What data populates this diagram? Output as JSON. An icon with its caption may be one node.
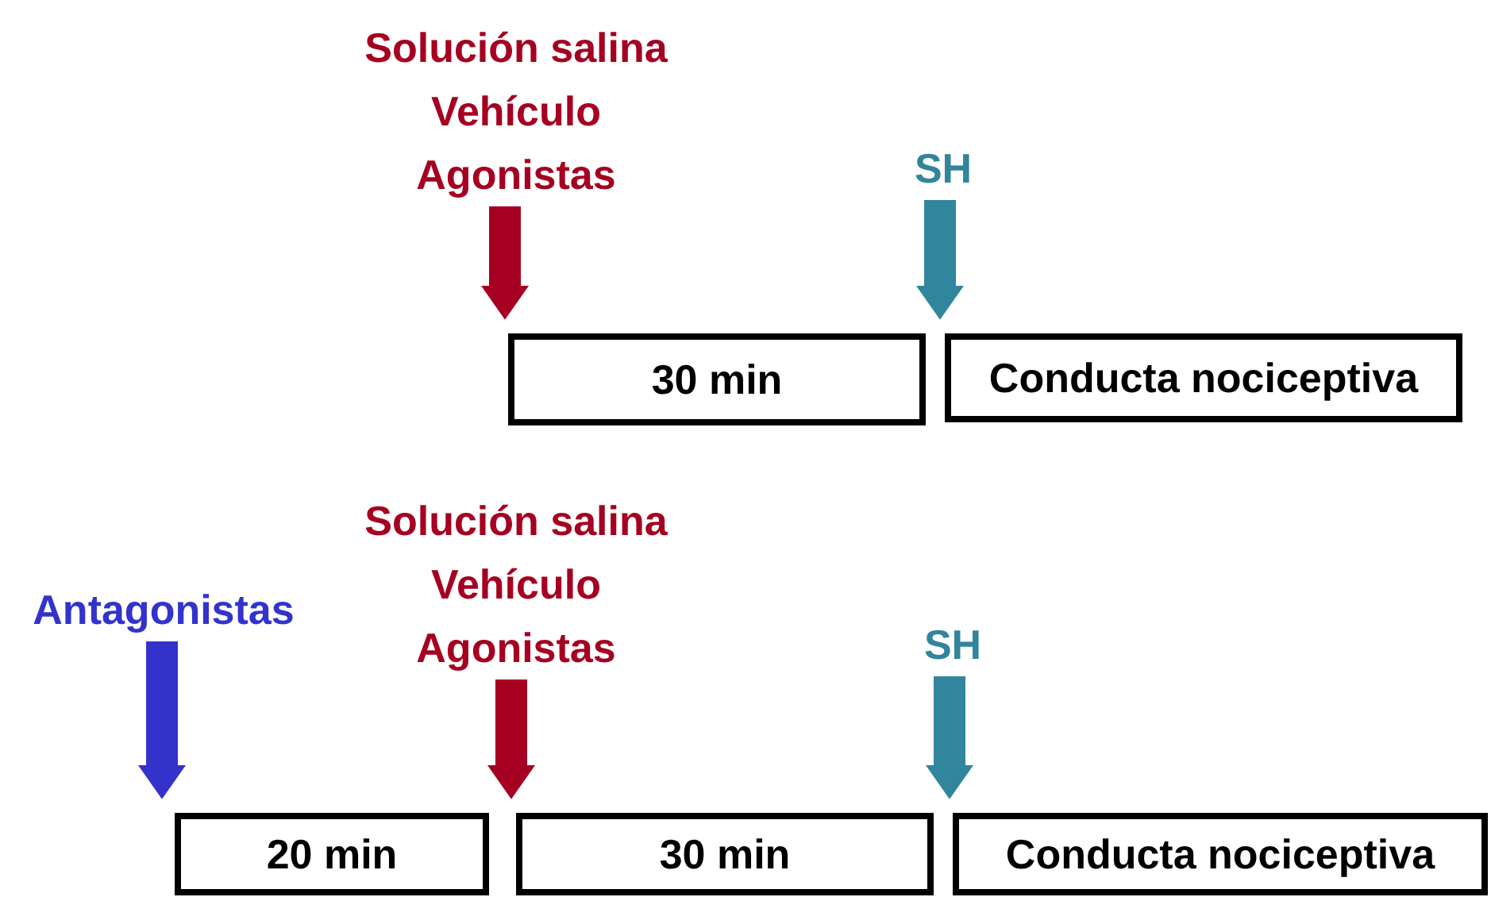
{
  "diagram": {
    "nodes": [
      {
        "text": [
          "Solución salina",
          "Vehículo",
          "Agonistas"
        ]
      },
      {
        "text": [
          "SH"
        ]
      },
      {
        "text": [
          "30 min"
        ]
      },
      {
        "text": [
          "Conducta nociceptiva"
        ]
      },
      {
        "text": [
          "Antagonistas"
        ]
      },
      {
        "text": [
          "Solución salina",
          "Vehículo",
          "Agonistas"
        ]
      },
      {
        "text": [
          "SH"
        ]
      },
      {
        "text": [
          "20 min"
        ]
      },
      {
        "text": [
          "30 min"
        ]
      },
      {
        "text": [
          "Conducta nociceptiva"
        ]
      }
    ],
    "edges": [
      {
        "from": 0,
        "to": 2,
        "arrow": "to",
        "color": "#a50021"
      },
      {
        "from": 1,
        "to": 3,
        "arrow": "to",
        "color": "#31859c"
      },
      {
        "from": 4,
        "to": 7,
        "arrow": "to",
        "color": "#3333cc"
      },
      {
        "from": 5,
        "to": 8,
        "arrow": "to",
        "color": "#a50021"
      },
      {
        "from": 6,
        "to": 9,
        "arrow": "to",
        "color": "#31859c"
      }
    ]
  }
}
